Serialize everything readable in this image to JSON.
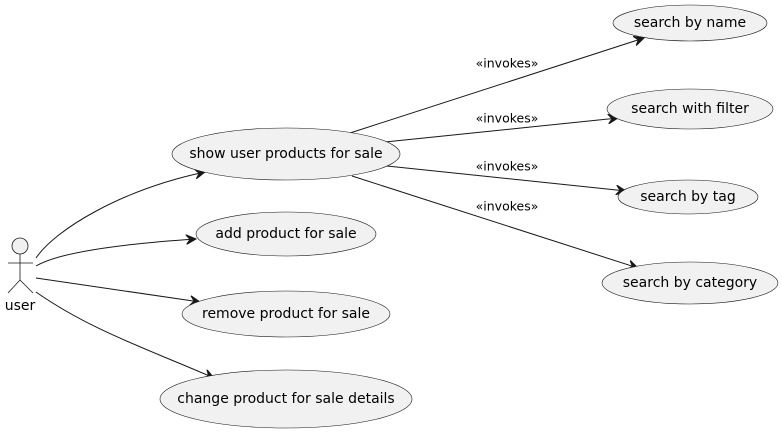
{
  "diagram": {
    "type": "use-case",
    "actor": {
      "name": "user"
    },
    "use_cases": {
      "show_user_products": "show user products for sale",
      "add_product": "add product for sale",
      "remove_product": "remove product for sale",
      "change_product": "change product for sale details",
      "search_name": "search by name",
      "search_filter": "search with filter",
      "search_tag": "search by tag",
      "search_category": "search by category"
    },
    "relations": [
      {
        "from": "user",
        "to": "show user products for sale",
        "label": ""
      },
      {
        "from": "user",
        "to": "add product for sale",
        "label": ""
      },
      {
        "from": "user",
        "to": "remove product for sale",
        "label": ""
      },
      {
        "from": "user",
        "to": "change product for sale details",
        "label": ""
      },
      {
        "from": "show user products for sale",
        "to": "search by name",
        "label": "«invokes»"
      },
      {
        "from": "show user products for sale",
        "to": "search with filter",
        "label": "«invokes»"
      },
      {
        "from": "show user products for sale",
        "to": "search by tag",
        "label": "«invokes»"
      },
      {
        "from": "show user products for sale",
        "to": "search by category",
        "label": "«invokes»"
      }
    ],
    "stereotypes": {
      "invokes_name": "«invokes»",
      "invokes_filter": "«invokes»",
      "invokes_tag": "«invokes»",
      "invokes_category": "«invokes»"
    },
    "colors": {
      "ellipse_fill": "#f1f1f1",
      "stroke": "#181818",
      "text": "#000000"
    }
  }
}
